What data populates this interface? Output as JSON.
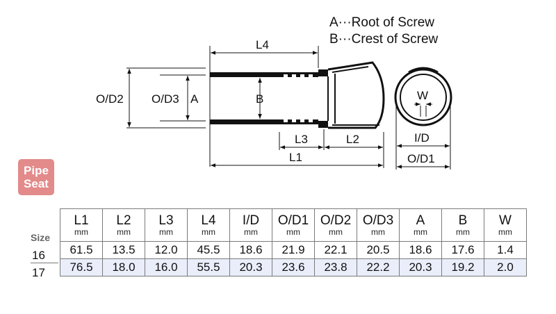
{
  "legend": {
    "a": "A···Root of Screw",
    "b": "B···Crest of Screw"
  },
  "drawing_labels": {
    "L4": "L4",
    "L3": "L3",
    "L2": "L2",
    "L1": "L1",
    "OD2": "O/D2",
    "OD3": "O/D3",
    "A": "A",
    "B": "B",
    "W": "W",
    "ID": "I/D",
    "OD1": "O/D1"
  },
  "badge": {
    "line1": "Pipe",
    "line2": "Seat"
  },
  "table": {
    "size_label": "Size",
    "unit": "mm",
    "columns": [
      "L1",
      "L2",
      "L3",
      "L4",
      "I/D",
      "O/D1",
      "O/D2",
      "O/D3",
      "A",
      "B",
      "W"
    ],
    "rows": [
      {
        "size": "16",
        "values": [
          "61.5",
          "13.5",
          "12.0",
          "45.5",
          "18.6",
          "21.9",
          "22.1",
          "20.5",
          "18.6",
          "17.6",
          "1.4"
        ]
      },
      {
        "size": "17",
        "values": [
          "76.5",
          "18.0",
          "16.0",
          "55.5",
          "20.3",
          "23.6",
          "23.8",
          "22.2",
          "20.3",
          "19.2",
          "2.0"
        ]
      }
    ]
  }
}
